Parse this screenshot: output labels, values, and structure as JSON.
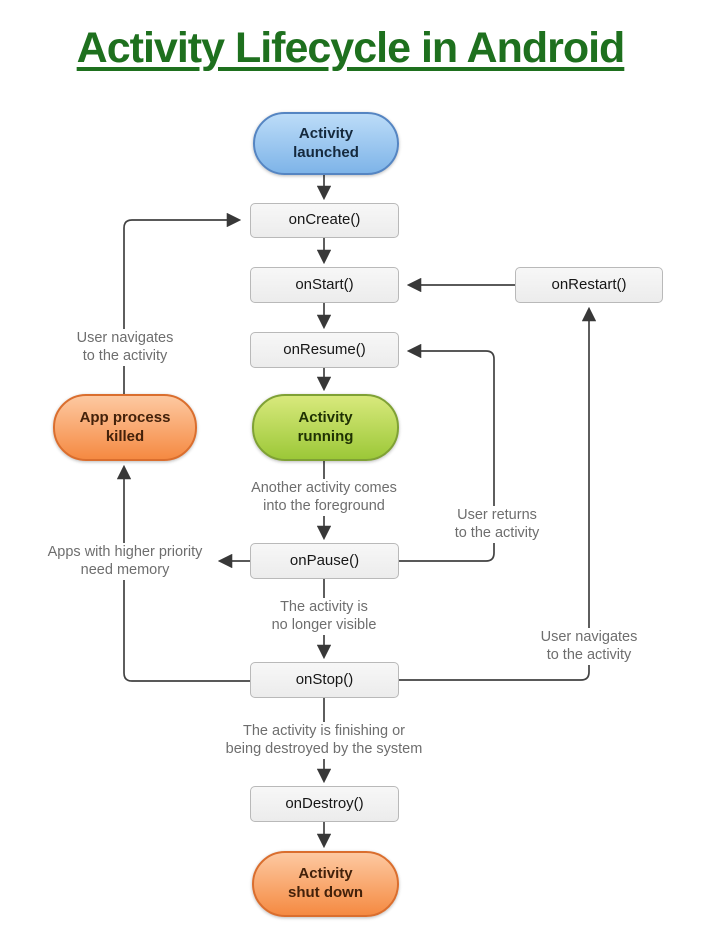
{
  "title": "Activity Lifecycle in Android",
  "nodes": {
    "launched": "Activity\nlaunched",
    "oncreate": "onCreate()",
    "onstart": "onStart()",
    "onrestart": "onRestart()",
    "onresume": "onResume()",
    "running": "Activity\nrunning",
    "killed": "App process\nkilled",
    "onpause": "onPause()",
    "onstop": "onStop()",
    "ondestroy": "onDestroy()",
    "shutdown": "Activity\nshut down"
  },
  "edge_labels": {
    "navigate_left": "User navigates\nto the activity",
    "another_activity": "Another activity comes\ninto the foreground",
    "user_returns": "User returns\nto the activity",
    "higher_priority": "Apps with higher priority\nneed memory",
    "not_visible": "The activity is\nno longer visible",
    "navigate_right": "User navigates\nto the activity",
    "finishing": "The activity is finishing or\nbeing destroyed by the system"
  },
  "colors": {
    "title": "#1e701e",
    "box_top": "#f7f7f7",
    "box_bottom": "#ececec",
    "box_border": "#b9b9b9",
    "blue_top": "#bcdcf8",
    "blue_bottom": "#7eb4e8",
    "blue_border": "#5585c2",
    "green_top": "#d8e97c",
    "green_bottom": "#9cc838",
    "green_border": "#7fa135",
    "orange_top": "#fdc9a1",
    "orange_bottom": "#f58a42",
    "orange_border": "#da6e2e",
    "line": "#424242",
    "arrow": "#383838",
    "label_text": "#6e6e6e"
  }
}
